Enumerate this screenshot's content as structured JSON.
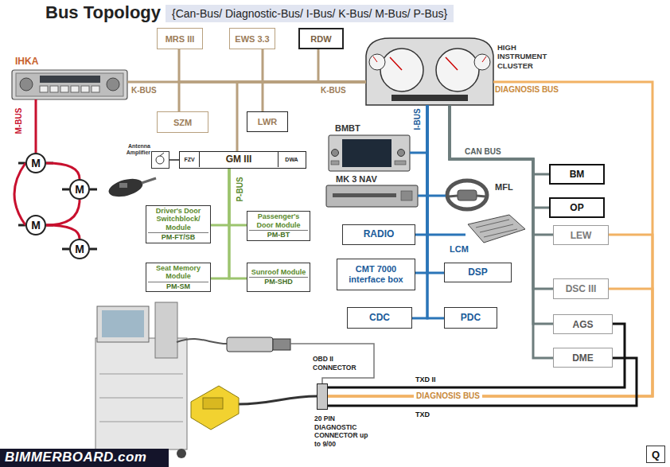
{
  "diagram": {
    "title": "Bus Topology",
    "nodes": [
      {
        "text": [
          "{Can-Bus/ Diagnostic-Bus/ I-Bus/ K-Bus/ M-Bus/ P-Bus}"
        ]
      },
      {
        "text": [
          "IHKA"
        ]
      },
      {
        "text": [
          "MRS III"
        ]
      },
      {
        "text": [
          "EWS 3.3"
        ]
      },
      {
        "text": [
          "RDW"
        ]
      },
      {
        "text": [
          "SZM"
        ]
      },
      {
        "text": [
          "LWR"
        ]
      },
      {
        "text": [
          "HIGH INSTRUMENT CLUSTER"
        ]
      },
      {
        "text": [
          "GM III"
        ]
      },
      {
        "text": [
          "FZV"
        ],
        "in": 8
      },
      {
        "text": [
          "DWA"
        ],
        "in": 8
      },
      {
        "text": [
          "Antenna Amplifier"
        ]
      },
      {
        "text": [
          "Driver's Door Switchblock/ Module",
          "PM-FT/SB"
        ]
      },
      {
        "text": [
          "Passenger's Door Module",
          "PM-BT"
        ]
      },
      {
        "text": [
          "Seat Memory Module",
          "PM-SM"
        ]
      },
      {
        "text": [
          "Sunroof Module",
          "PM-SHD"
        ]
      },
      {
        "text": [
          "BMBT"
        ]
      },
      {
        "text": [
          "MK 3 NAV"
        ]
      },
      {
        "text": [
          "MFL"
        ]
      },
      {
        "text": [
          "RADIO"
        ]
      },
      {
        "text": [
          "LCM"
        ]
      },
      {
        "text": [
          "CMT 7000 interface box"
        ]
      },
      {
        "text": [
          "DSP"
        ]
      },
      {
        "text": [
          "CDC"
        ]
      },
      {
        "text": [
          "PDC"
        ]
      },
      {
        "text": [
          "BM"
        ]
      },
      {
        "text": [
          "OP"
        ]
      },
      {
        "text": [
          "LEW"
        ]
      },
      {
        "text": [
          "DSC III"
        ]
      },
      {
        "text": [
          "AGS"
        ]
      },
      {
        "text": [
          "DME"
        ]
      },
      {
        "text": [
          "OBD II CONNECTOR"
        ]
      },
      {
        "text": [
          "20 PIN DIAGNOSTIC CONNECTOR up to 9/00"
        ]
      },
      {
        "text": [
          "M"
        ]
      },
      {
        "text": [
          "M"
        ]
      },
      {
        "text": [
          "M"
        ]
      },
      {
        "text": [
          "M"
        ]
      },
      {
        "text": [
          "Q"
        ]
      }
    ],
    "edges": [
      {
        "from": 1,
        "to": 7,
        "arrow": "none"
      },
      {
        "from": 2,
        "to": 7,
        "arrow": "none"
      },
      {
        "from": 3,
        "to": 7,
        "arrow": "none"
      },
      {
        "from": 4,
        "to": 7,
        "arrow": "none"
      },
      {
        "from": 5,
        "to": 7,
        "arrow": "none"
      },
      {
        "from": 6,
        "to": 7,
        "arrow": "none"
      },
      {
        "from": 8,
        "to": 7,
        "arrow": "none"
      },
      {
        "from": 11,
        "to": 9,
        "arrow": "none"
      },
      {
        "from": 7,
        "to": 16,
        "arrow": "none"
      },
      {
        "from": 7,
        "to": 17,
        "arrow": "none"
      },
      {
        "from": 7,
        "to": 18,
        "arrow": "none"
      },
      {
        "from": 7,
        "to": 19,
        "arrow": "none"
      },
      {
        "from": 7,
        "to": 20,
        "arrow": "none"
      },
      {
        "from": 7,
        "to": 21,
        "arrow": "none"
      },
      {
        "from": 7,
        "to": 22,
        "arrow": "none"
      },
      {
        "from": 7,
        "to": 23,
        "arrow": "none"
      },
      {
        "from": 7,
        "to": 24,
        "arrow": "none"
      },
      {
        "from": 8,
        "to": 12,
        "arrow": "none"
      },
      {
        "from": 8,
        "to": 13,
        "arrow": "none"
      },
      {
        "from": 8,
        "to": 14,
        "arrow": "none"
      },
      {
        "from": 8,
        "to": 15,
        "arrow": "none"
      },
      {
        "from": 7,
        "to": 25,
        "arrow": "none"
      },
      {
        "from": 7,
        "to": 26,
        "arrow": "none"
      },
      {
        "from": 7,
        "to": 27,
        "arrow": "none"
      },
      {
        "from": 7,
        "to": 28,
        "arrow": "none"
      },
      {
        "from": 7,
        "to": 29,
        "arrow": "none"
      },
      {
        "from": 7,
        "to": 30,
        "arrow": "none"
      },
      {
        "from": 7,
        "to": 32,
        "arrow": "none"
      },
      {
        "from": 27,
        "to": 32,
        "arrow": "none"
      },
      {
        "from": 28,
        "to": 32,
        "arrow": "none"
      },
      {
        "from": 29,
        "to": 32,
        "arrow": "none"
      },
      {
        "from": 30,
        "to": 32,
        "arrow": "none"
      },
      {
        "from": 31,
        "to": 32,
        "arrow": "none"
      },
      {
        "from": 1,
        "to": 33,
        "arrow": "none"
      },
      {
        "from": 33,
        "to": 34,
        "arrow": "none"
      },
      {
        "from": 34,
        "to": 35,
        "arrow": "none"
      },
      {
        "from": 35,
        "to": 36,
        "arrow": "none"
      },
      {
        "from": 33,
        "to": 35,
        "arrow": "none"
      }
    ],
    "labels": [
      "K-BUS",
      "K-BUS",
      "DIAGNOSIS BUS",
      "CAN BUS",
      "I-BUS",
      "P-BUS",
      "M-BUS",
      "TXD II",
      "DIAGNOSIS BUS",
      "TXD",
      "BIMMERBOARD.com"
    ]
  }
}
